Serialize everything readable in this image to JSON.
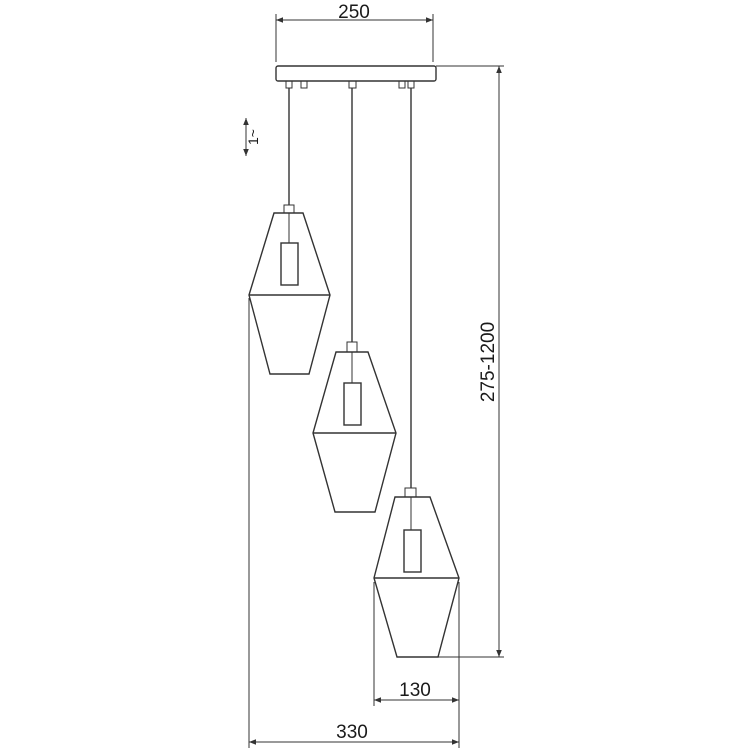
{
  "dimensions": {
    "canopy_width": "250",
    "height_range": "275-1200",
    "shade_width": "130",
    "overall_width": "330",
    "adjust_symbol": "1~"
  },
  "colors": {
    "line": "#333333",
    "background": "#ffffff"
  }
}
